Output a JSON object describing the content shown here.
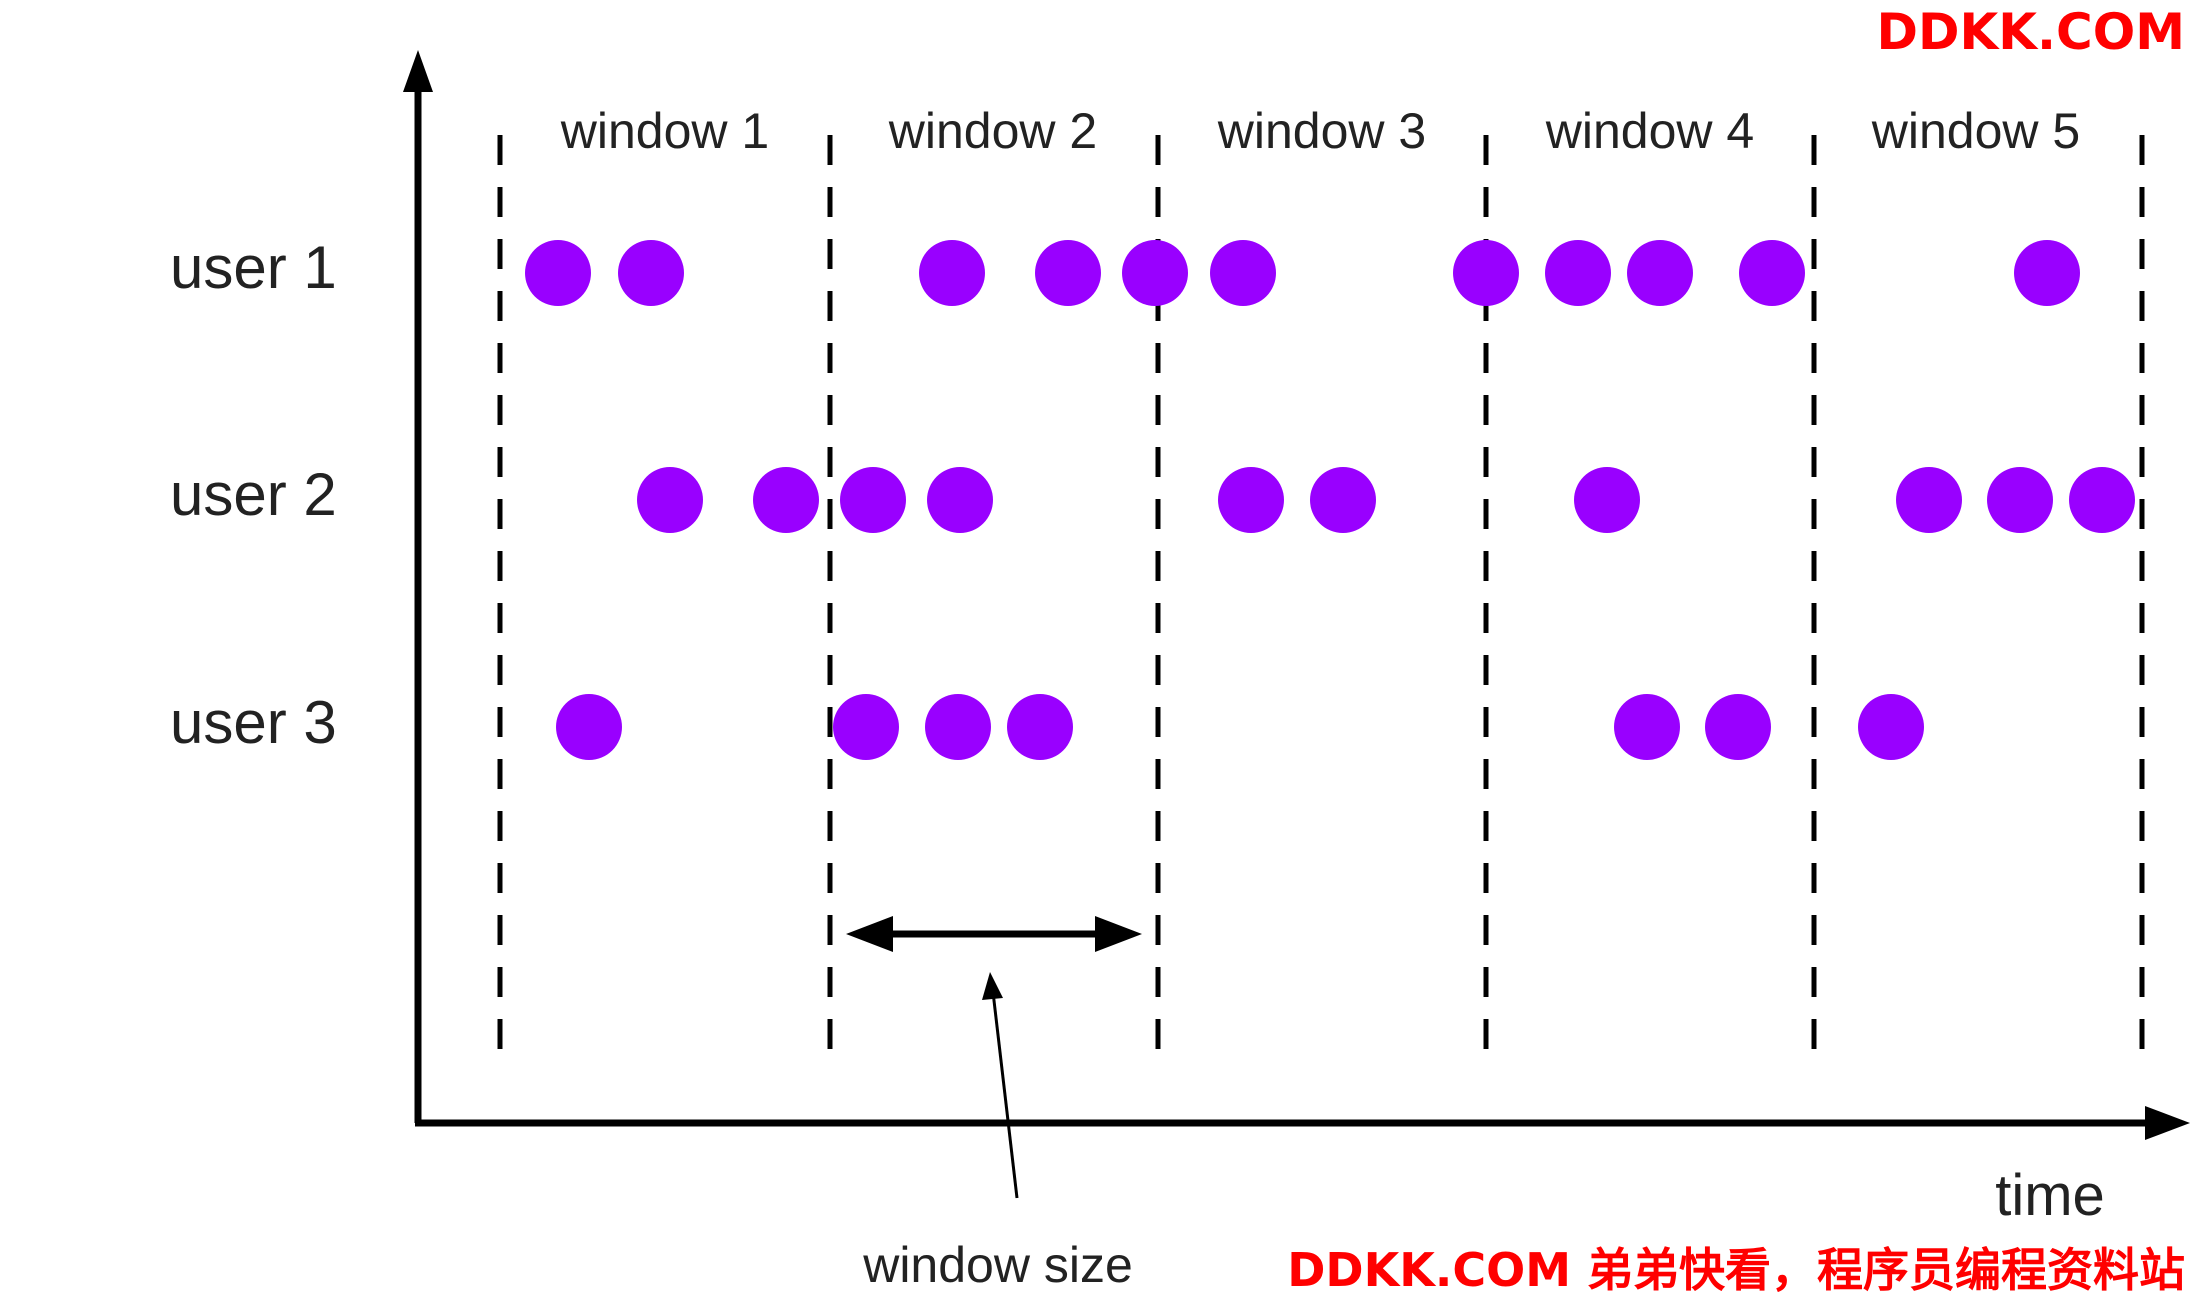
{
  "watermark": {
    "top": "DDKK.COM",
    "bottom": "DDKK.COM 弟弟快看，程序员编程资料站"
  },
  "diagram": {
    "x_axis_label": "time",
    "window_size_label": "window size",
    "window_labels": [
      "window 1",
      "window 2",
      "window 3",
      "window 4",
      "window 5"
    ],
    "users": [
      {
        "label": "user 1"
      },
      {
        "label": "user 2"
      },
      {
        "label": "user 3"
      }
    ]
  },
  "colors": {
    "event": "#9900ff",
    "ink": "#000000",
    "label": "#222222",
    "watermark": "#ff0000"
  }
}
